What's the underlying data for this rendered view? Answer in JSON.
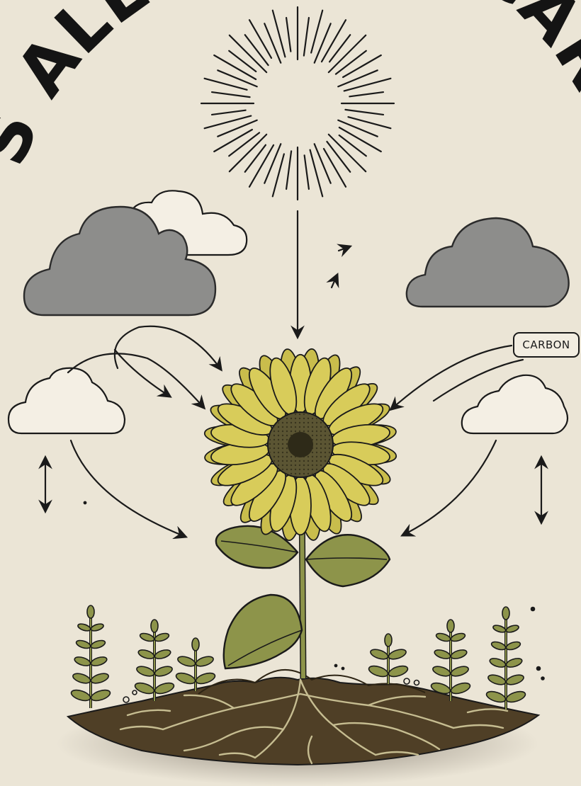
{
  "title_arc": {
    "visible_left": "S ALL A",
    "visible_right": "E CAR"
  },
  "label_box": {
    "text": "CARBON"
  },
  "colors": {
    "background": "#ebe5d6",
    "ink": "#1a1a1a",
    "storm_cloud": "#8d8d8b",
    "light_cloud": "#f4efe4",
    "petal": "#d8cc5a",
    "flower_center": "#5b5533",
    "leaf": "#8d944a",
    "soil": "#4f3f26",
    "root": "#c6bd91"
  },
  "icons": {
    "sun": "sun-rays-icon",
    "vertical_double_arrow": "double-arrow-icon"
  }
}
